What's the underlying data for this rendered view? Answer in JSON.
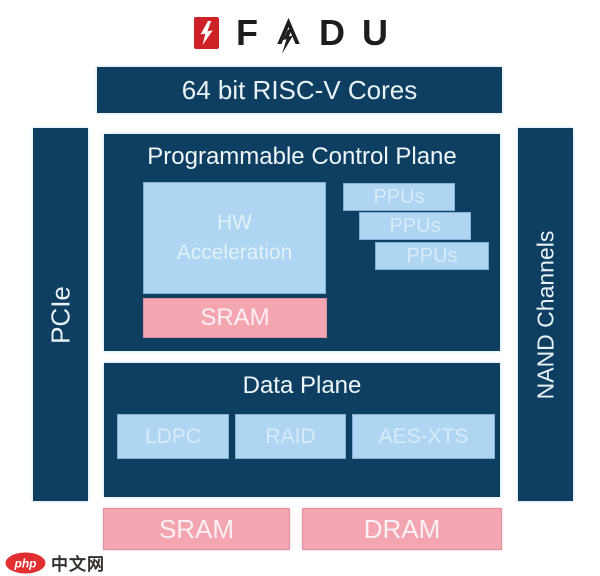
{
  "colors": {
    "navy": "#0e3e60",
    "light_blue": "#aed5f2",
    "pink": "#f3a5b1",
    "logo_red": "#ce2127",
    "watermark_red": "#e12e2e",
    "logo_text": "#1d1d1f"
  },
  "logo": {
    "brand": "FADU",
    "letter_f": "F",
    "letter_d": "D",
    "letter_u": "U",
    "badge_icon": "lightning-bolt",
    "a_icon": "lightning-bolt-A"
  },
  "top_bar": {
    "label": "64 bit RISC-V Cores"
  },
  "side_bars": {
    "left": "PCIe",
    "right": "NAND Channels"
  },
  "control_plane": {
    "title": "Programmable Control Plane",
    "hw_acceleration": "HW Acceleration",
    "sram": "SRAM",
    "ppus": [
      "PPUs",
      "PPUs",
      "PPUs"
    ]
  },
  "data_plane": {
    "title": "Data Plane",
    "blocks": [
      "LDPC",
      "RAID",
      "AES-XTS"
    ]
  },
  "memory": {
    "sram": "SRAM",
    "dram": "DRAM"
  },
  "watermark": {
    "badge": "php",
    "text": "中文网"
  }
}
